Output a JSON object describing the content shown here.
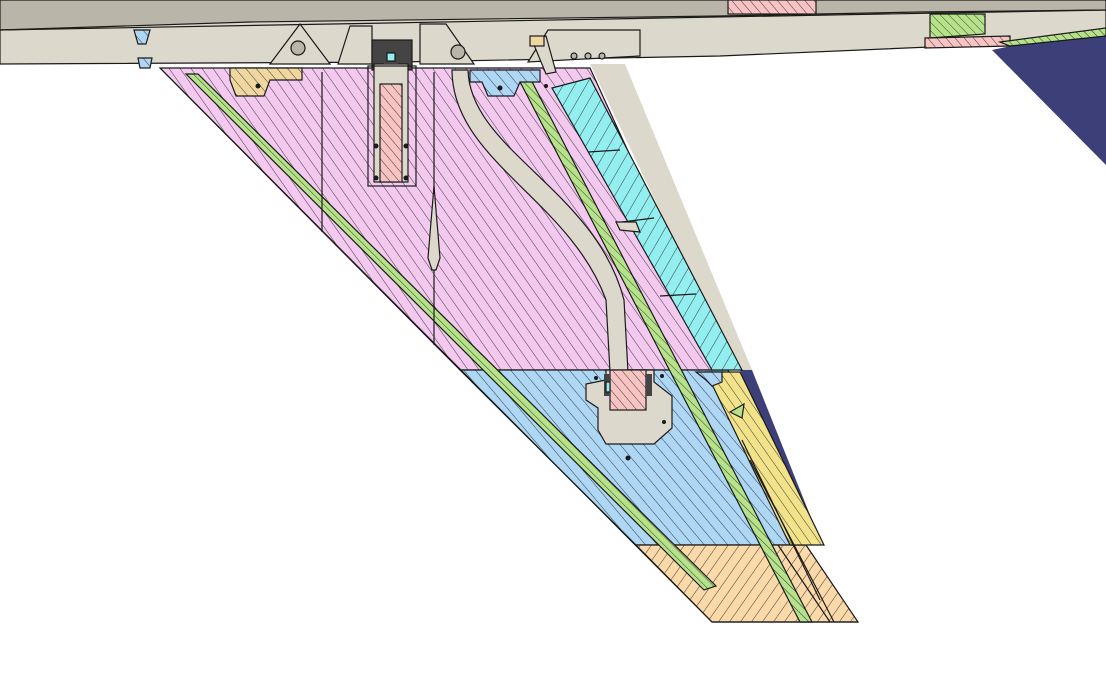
{
  "colors": {
    "background": "#ffffff",
    "outline": "#1a1a1a",
    "hatch": "#2a2a2a",
    "body_grey": "#dcd8cc",
    "body_grey_dark": "#b9b5a8",
    "section_pink": "#f4c9ef",
    "section_blue": "#aed6f5",
    "section_cyan": "#93eef0",
    "section_orange": "#fbd9a9",
    "section_tan": "#f0d7a0",
    "section_yellow": "#f2e28a",
    "section_green": "#b6e38a",
    "section_salmon": "#f7c3c3",
    "shadow_navy": "#3c3f78",
    "metal_dark": "#444444"
  },
  "icons": [
    "hatch-pattern",
    "bolt-marker",
    "triangle-marker"
  ]
}
